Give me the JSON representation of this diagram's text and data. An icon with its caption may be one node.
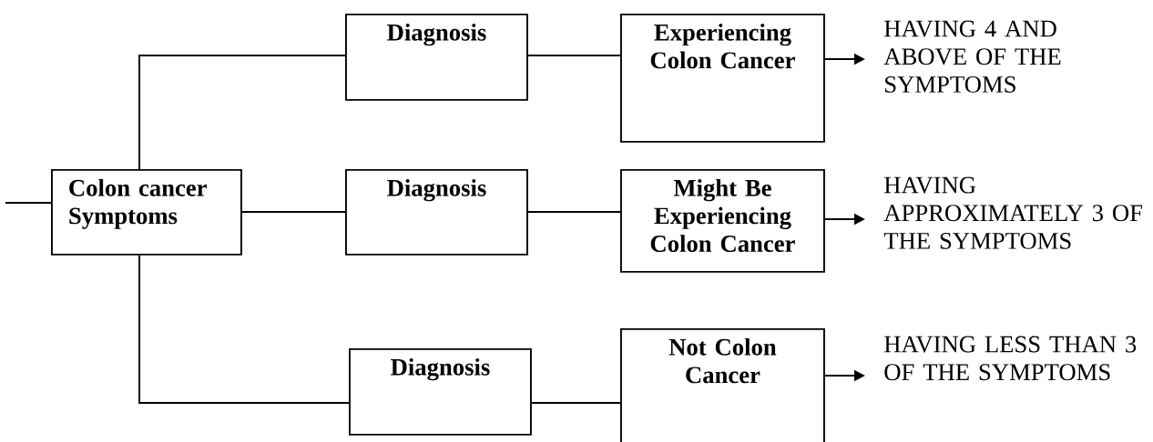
{
  "diagram": {
    "nodes": [
      {
        "text": [
          "Colon cancer Symptoms"
        ]
      },
      {
        "text": [
          "Diagnosis"
        ]
      },
      {
        "text": [
          "Experiencing Colon Cancer"
        ]
      },
      {
        "text": [
          "Diagnosis"
        ]
      },
      {
        "text": [
          "Might Be Experiencing Colon Cancer"
        ]
      },
      {
        "text": [
          "Diagnosis"
        ]
      },
      {
        "text": [
          "Not Colon Cancer"
        ]
      },
      {
        "text": [
          "HAVING 4 AND ABOVE OF THE SYMPTOMS"
        ]
      },
      {
        "text": [
          "HAVING APPROXIMATELY 3 OF THE SYMPTOMS"
        ]
      },
      {
        "text": [
          "HAVING LESS THAN 3 OF THE SYMPTOMS"
        ]
      }
    ],
    "edges": [
      {
        "from": null,
        "to": 0,
        "arrow": "none"
      },
      {
        "from": 0,
        "to": 1,
        "arrow": "none"
      },
      {
        "from": 0,
        "to": 3,
        "arrow": "none"
      },
      {
        "from": 0,
        "to": 5,
        "arrow": "none"
      },
      {
        "from": 1,
        "to": 2,
        "arrow": "none"
      },
      {
        "from": 3,
        "to": 4,
        "arrow": "none"
      },
      {
        "from": 5,
        "to": 6,
        "arrow": "none"
      },
      {
        "from": 2,
        "to": 7,
        "arrow": "to"
      },
      {
        "from": 4,
        "to": 8,
        "arrow": "to"
      },
      {
        "from": 6,
        "to": 9,
        "arrow": "to"
      }
    ]
  }
}
